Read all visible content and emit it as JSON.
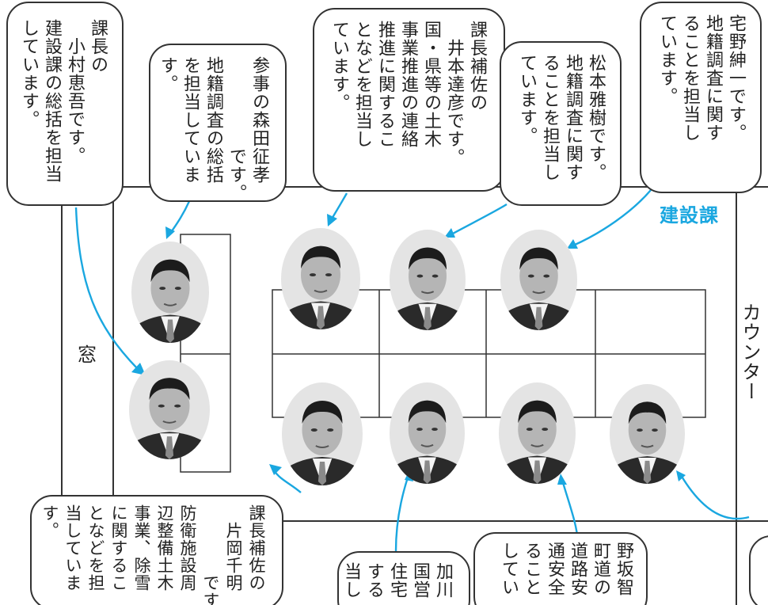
{
  "room": {
    "dept_label": "建設課",
    "window_label": "窓",
    "counter_label": "カウンター"
  },
  "bubbles": {
    "kimura": "課長の\n　小村恵吾です。\n建設課の総括を担当\nしています。",
    "morita": "参事の森田征孝\n　　　　　です。\n地籍調査の総括\nを担当していま\nす。",
    "imoto": "課長補佐の\n　井本達彦です。\n国・県等の土木\n事業推進の連絡\n推進に関するこ\nとなどを担当し\nています。",
    "matsumoto": "松本雅樹です。\n地籍調査に関す\nることを担当し\nています。",
    "takuno": "宅野紳一です。\n地籍調査に関す\nることを担当し\nています。",
    "kataoka": "課長補佐の\n　片岡千明\n　　　　です。\n防衛施設周\n辺整備土木\n事業、除雪\nに関するこ\nとなどを担\n当していま\nす。",
    "kagawa": "加川\n国営\n住宅\nする\n当し",
    "nosaka": "野坂智\n町道の\n道路安\n通安全\nること\nしてい"
  },
  "colors": {
    "arrow": "#1aa7e0",
    "dept": "#1aa7e0",
    "line": "#333333"
  }
}
